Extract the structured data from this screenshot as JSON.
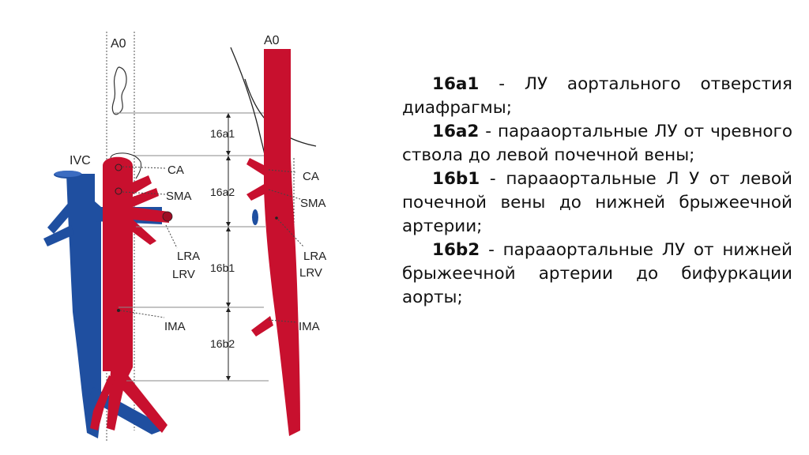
{
  "colors": {
    "aorta": "#c8102e",
    "ivc": "#1f4fa0",
    "text": "#222222"
  },
  "diagram": {
    "front": {
      "axis_label": "A0",
      "ivc": "IVC",
      "ca": "CA",
      "sma": "SMA",
      "lra": "LRA",
      "lrv": "LRV",
      "ima": "IMA"
    },
    "side": {
      "axis_label": "A0",
      "ca": "CA",
      "sma": "SMA",
      "lra": "LRA",
      "lrv": "LRV",
      "ima": "IMA"
    },
    "dimensions": [
      "16a1",
      "16a2",
      "16b1",
      "16b2"
    ]
  },
  "legend": [
    {
      "code": "16a1",
      "text": " - ЛУ аортального отверстия диафрагмы;"
    },
    {
      "code": "16a2",
      "text": " - парааортальные ЛУ от чревного ствола до левой почечной вены;"
    },
    {
      "code": "16b1",
      "text": " - парааортальные Л У от левой почечной вены до нижней брыжеечной артерии;"
    },
    {
      "code": "16b2",
      "text": " - парааортальные ЛУ от нижней брыжеечной артерии до бифуркации аорты;"
    }
  ]
}
